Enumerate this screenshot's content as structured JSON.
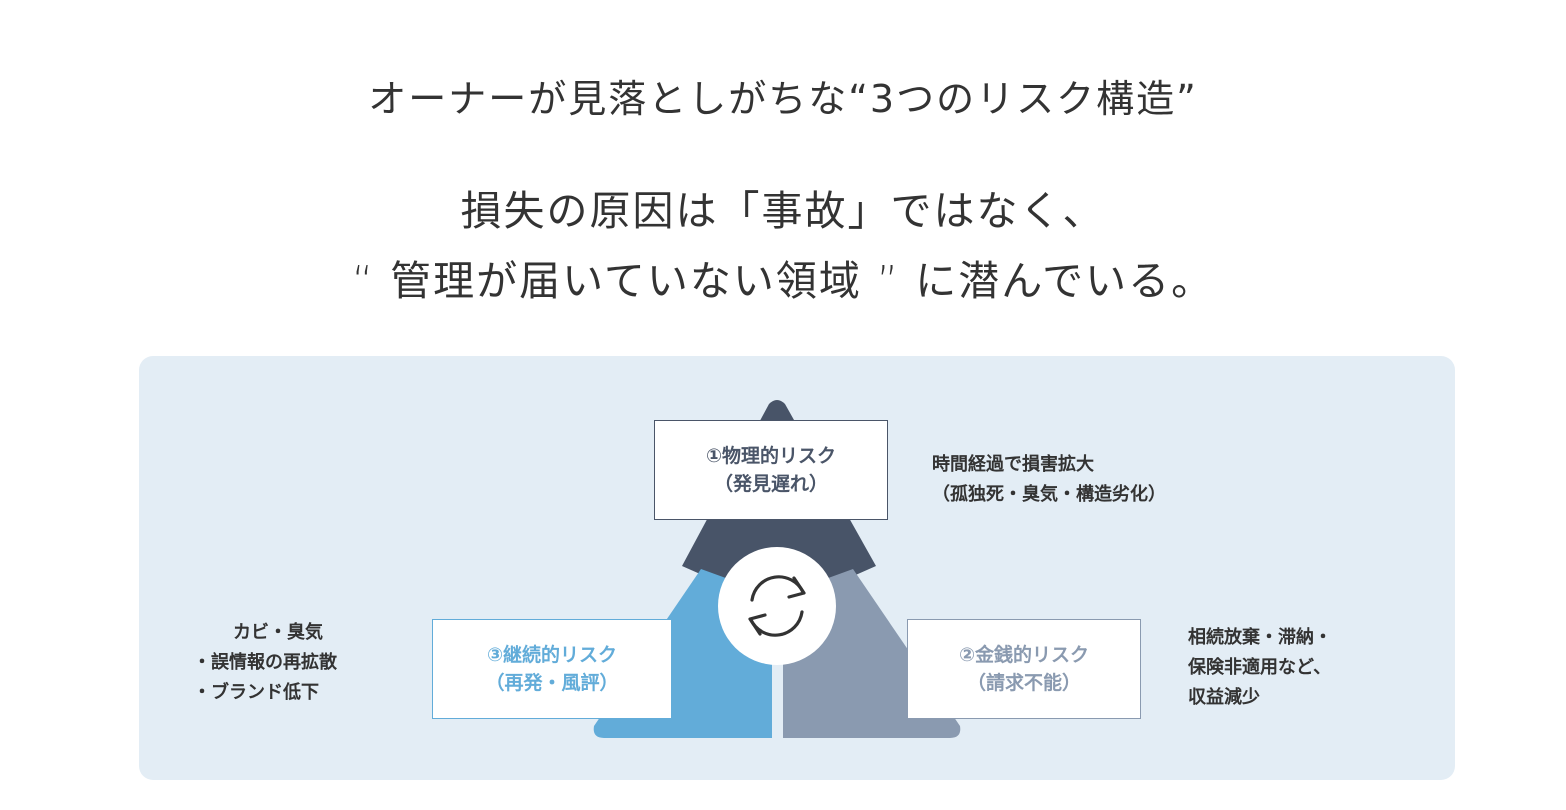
{
  "heading": "オーナーが見落としがちな“3つのリスク構造”",
  "subheading": {
    "line1": "損失の原因は「事故」ではなく、",
    "line2": "“ 管理が届いていない領域 ” に潜んでいる。"
  },
  "colors": {
    "physical": "#485468",
    "financial": "#8a9ab0",
    "continuing": "#62acd9",
    "panel": "#e3edf5"
  },
  "cycle_icon": "cycle-arrows-icon",
  "risks": [
    {
      "title": "①物理的リスク",
      "subtitle": "（発見遅れ）",
      "description": [
        "時間経過で損害拡大",
        "（孤独死・臭気・構造劣化）"
      ]
    },
    {
      "title": "②金銭的リスク",
      "subtitle": "（請求不能）",
      "description": [
        "相続放棄・滞納・",
        "保険非適用など、",
        "収益減少"
      ]
    },
    {
      "title": "③継続的リスク",
      "subtitle": "（再発・風評）",
      "description": [
        "カビ・臭気",
        "・誤情報の再拡散",
        "・ブランド低下"
      ]
    }
  ]
}
